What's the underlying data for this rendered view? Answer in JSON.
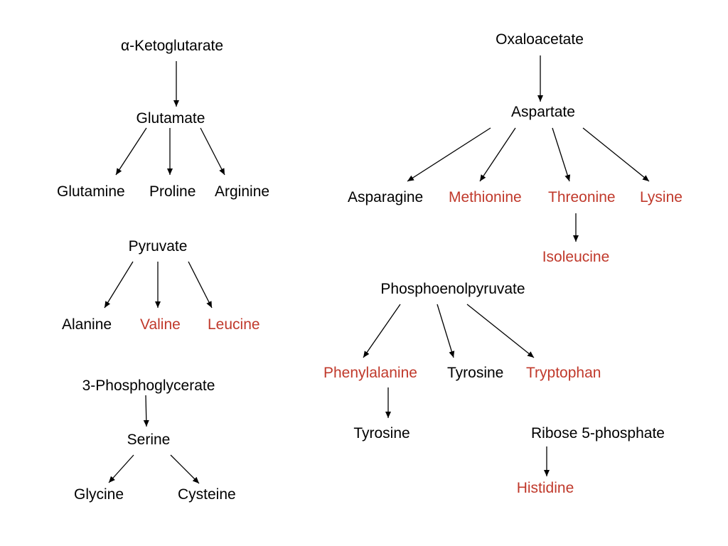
{
  "colors": {
    "text": "#000000",
    "essential": "#c0392b",
    "arrow": "#000000"
  },
  "groups": {
    "akg": {
      "precursor": "α-Ketoglutarate",
      "intermediate": "Glutamate",
      "products": [
        "Glutamine",
        "Proline",
        "Arginine"
      ]
    },
    "pyruvate": {
      "precursor": "Pyruvate",
      "products": [
        "Alanine",
        "Valine",
        "Leucine"
      ]
    },
    "pg3": {
      "precursor": "3-Phosphoglycerate",
      "intermediate": "Serine",
      "products": [
        "Glycine",
        "Cysteine"
      ]
    },
    "oaa": {
      "precursor": "Oxaloacetate",
      "intermediate": "Aspartate",
      "products": [
        "Asparagine",
        "Methionine",
        "Threonine",
        "Lysine"
      ],
      "from_threonine": "Isoleucine"
    },
    "pep": {
      "precursor": "Phosphoenolpyruvate",
      "products": [
        "Phenylalanine",
        "Tyrosine",
        "Tryptophan"
      ],
      "from_phenylalanine": "Tyrosine"
    },
    "r5p": {
      "precursor": "Ribose 5-phosphate",
      "product": "Histidine"
    }
  }
}
